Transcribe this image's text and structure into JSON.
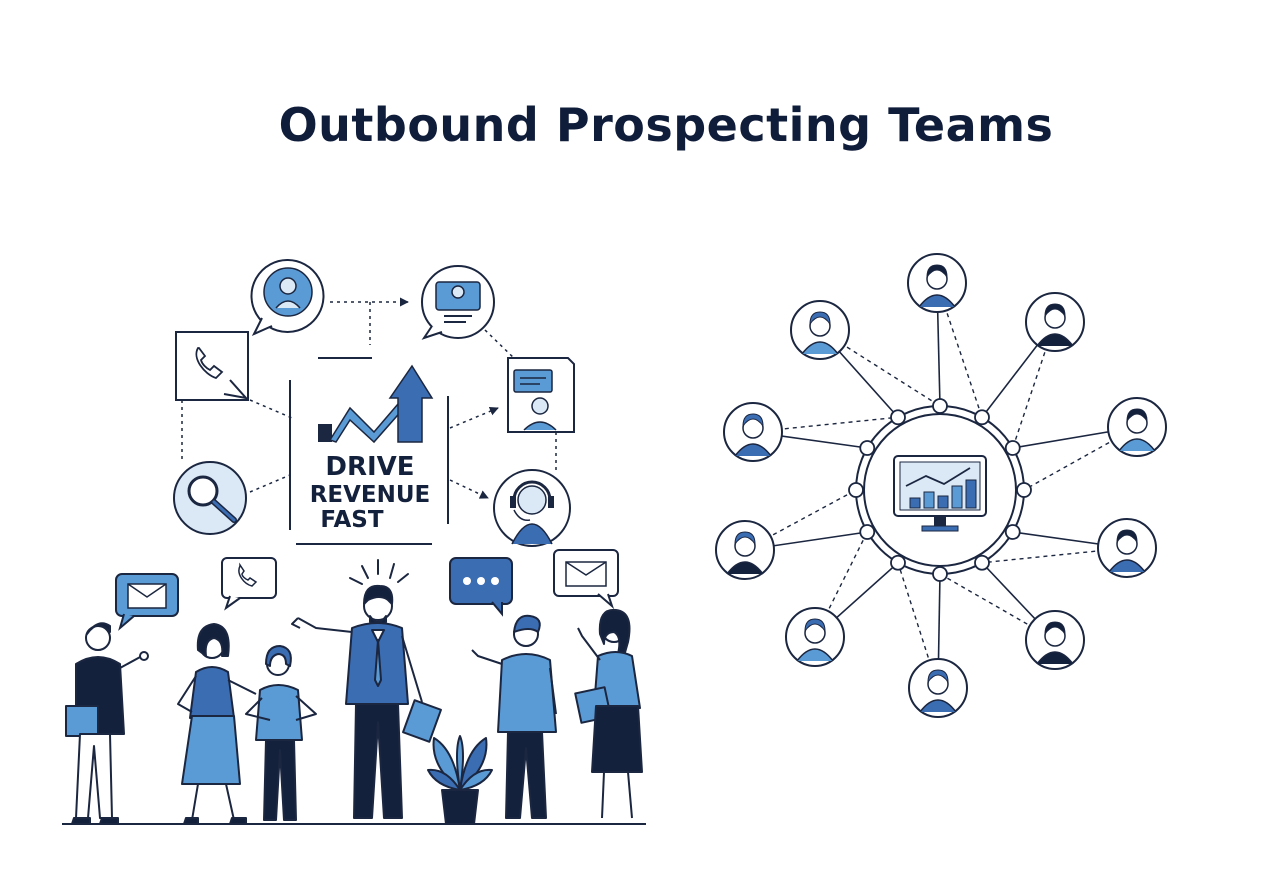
{
  "title": "Outbound Prospecting Teams",
  "sign": {
    "line1": "DRIVE",
    "line2": "REVENUE",
    "line3": "FAST"
  },
  "colors": {
    "navy": "#14213d",
    "blue": "#3b6db3",
    "light_blue": "#5b9bd5",
    "pale_blue": "#dbe8f6",
    "outline": "#1b2640"
  },
  "left_icons": [
    "team-profile-icon",
    "video-call-icon",
    "phone-icon",
    "chat-document-icon",
    "search-icon",
    "headset-agent-icon"
  ],
  "bubbles": [
    "email-icon",
    "phone-icon",
    "more-dots-icon",
    "email-icon"
  ],
  "network": {
    "center_icon": "monitor-chart-icon",
    "nodes": [
      "person-icon",
      "person-icon",
      "person-icon",
      "person-icon",
      "person-icon",
      "person-icon",
      "person-icon",
      "person-icon",
      "person-icon",
      "person-icon",
      "person-icon"
    ]
  }
}
